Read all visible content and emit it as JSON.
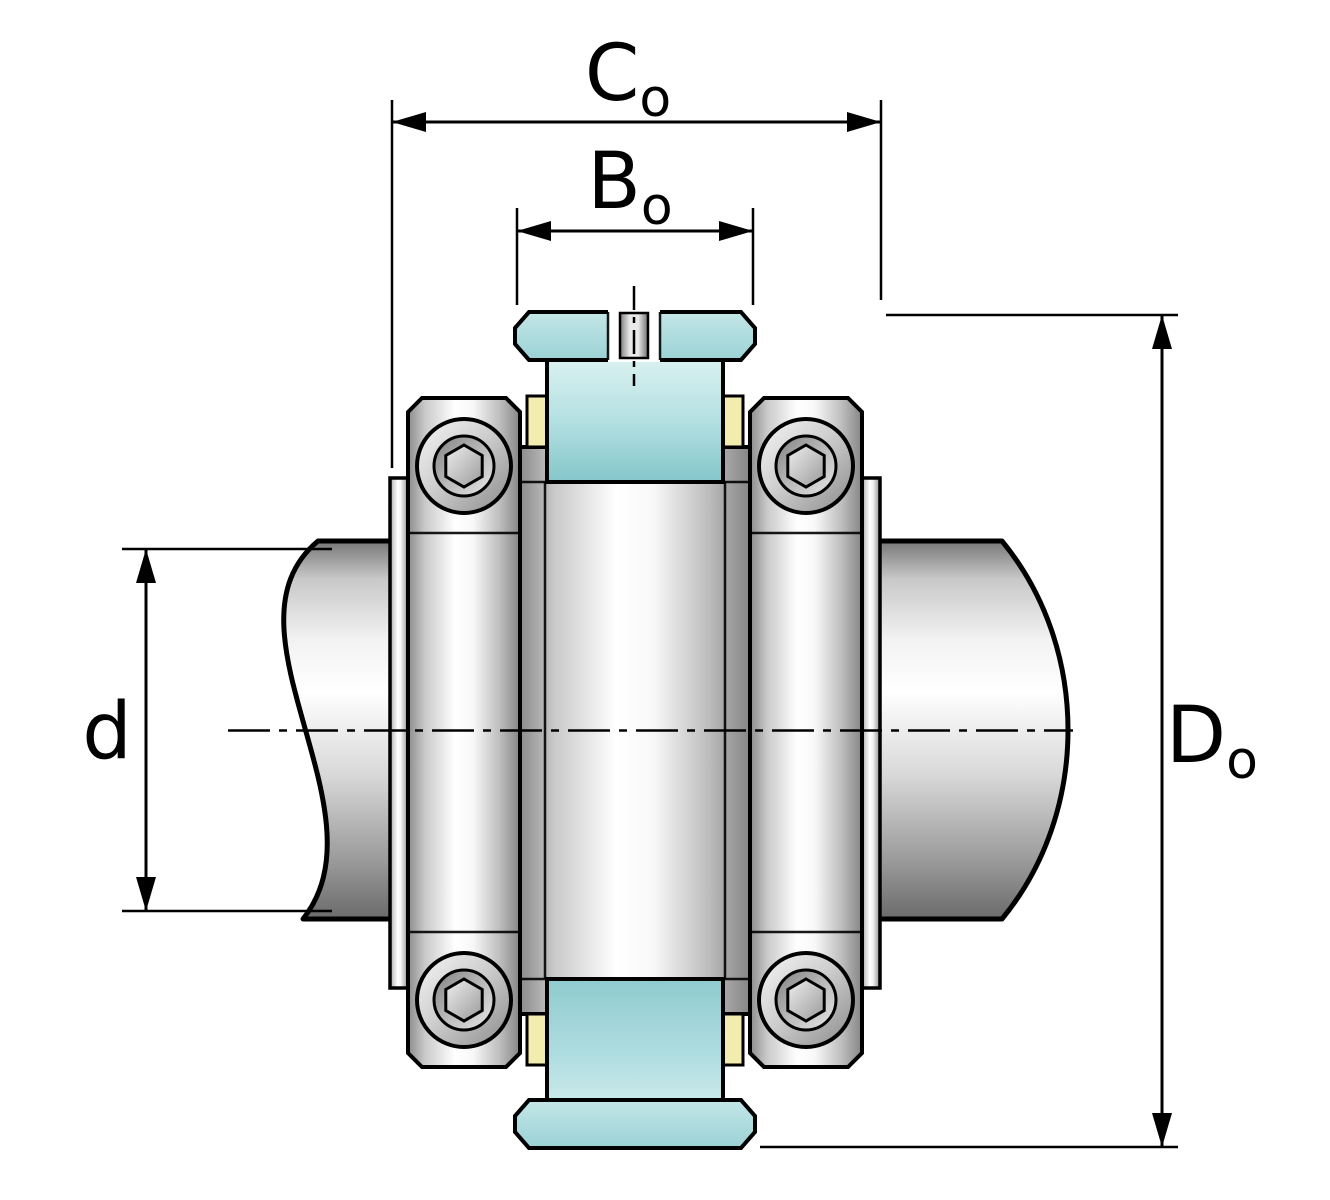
{
  "colors": {
    "outline": "#000000",
    "background": "#ffffff",
    "teal": "#9ed4d7",
    "teal_light": "#d9f0f0",
    "teal_dark": "#84c6ca",
    "seal_yellow": "#f2ecae",
    "metal_highlight": "#ffffff",
    "metal_shadow": "#8a8a8a"
  },
  "labels": {
    "housing_width": {
      "main": "C",
      "sub": "o"
    },
    "fitting_width": {
      "main": "B",
      "sub": "o"
    },
    "shaft_diameter": {
      "main": "d",
      "sub": ""
    },
    "outer_diameter": {
      "main": "D",
      "sub": "o"
    }
  }
}
